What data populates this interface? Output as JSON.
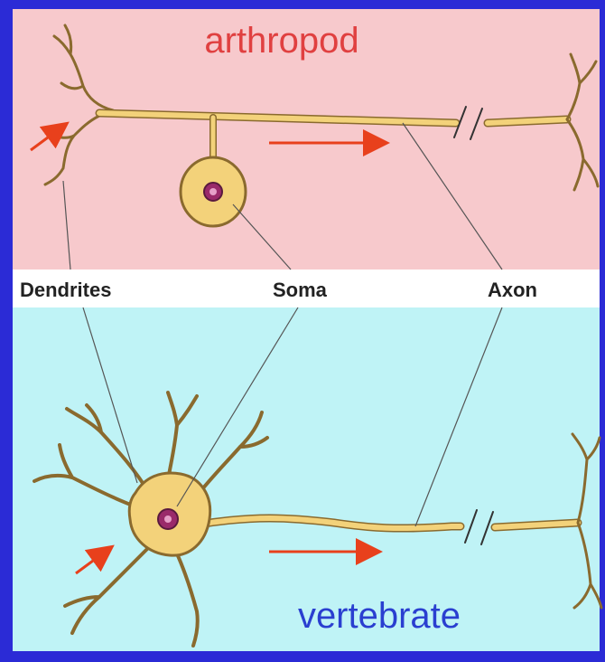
{
  "titles": {
    "top": "arthropod",
    "bottom": "vertebrate"
  },
  "labels": {
    "dendrites": "Dendrites",
    "soma": "Soma",
    "axon": "Axon"
  },
  "colors": {
    "frame": "#2b2bd6",
    "top_panel": "#f7c9cc",
    "bottom_panel": "#bff3f6",
    "label_band": "#ffffff",
    "neuron_fill": "#f3d27a",
    "neuron_outline": "#8a6a2e",
    "nucleus": "#9a2a6a",
    "arrow": "#e8401c",
    "title_top": "#e04040",
    "title_bottom": "#2a3fd0",
    "leader_line": "#555555"
  }
}
